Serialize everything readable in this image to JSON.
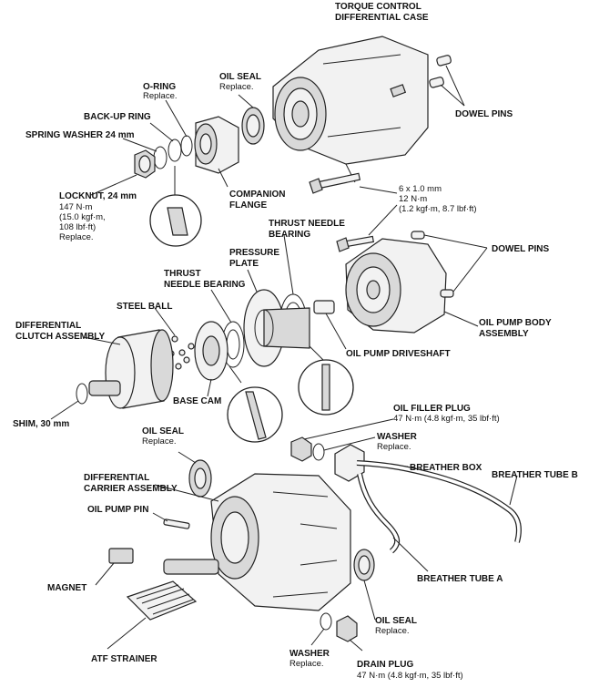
{
  "labels": {
    "torque_case": [
      "TORQUE CONTROL",
      "DIFFERENTIAL CASE"
    ],
    "oring": "O-RING",
    "replace": "Replace.",
    "oil_seal": "OIL SEAL",
    "backup_ring": "BACK-UP RING",
    "spring_washer": "SPRING WASHER 24 mm",
    "dowel_pins": "DOWEL PINS",
    "locknut": [
      "LOCKNUT, 24 mm",
      "147 N·m",
      "(15.0 kgf·m,",
      "108 lbf·ft)"
    ],
    "companion_flange": [
      "COMPANION",
      "FLANGE"
    ],
    "bolt_spec": [
      "6 x 1.0 mm",
      "12 N·m",
      "(1.2 kgf·m, 8.7 lbf·ft)"
    ],
    "thrust_needle_bearing_right": [
      "THRUST NEEDLE",
      "BEARING"
    ],
    "pressure_plate": [
      "PRESSURE",
      "PLATE"
    ],
    "thrust_needle_bearing_left": [
      "THRUST",
      "NEEDLE BEARING"
    ],
    "steel_ball": "STEEL BALL",
    "oil_pump_body": [
      "OIL PUMP BODY",
      "ASSEMBLY"
    ],
    "diff_clutch": [
      "DIFFERENTIAL",
      "CLUTCH ASSEMBLY"
    ],
    "oil_pump_driveshaft": "OIL PUMP DRIVESHAFT",
    "oil_filler_plug": [
      "OIL FILLER PLUG",
      "47 N·m (4.8 kgf·m, 35 lbf·ft)"
    ],
    "base_cam": "BASE CAM",
    "shim": "SHIM, 30 mm",
    "washer": "WASHER",
    "breather_box": "BREATHER BOX",
    "breather_tube_b": "BREATHER TUBE B",
    "diff_carrier": [
      "DIFFERENTIAL",
      "CARRIER ASSEMBLY"
    ],
    "oil_pump_pin": "OIL PUMP PIN",
    "magnet": "MAGNET",
    "breather_tube_a": "BREATHER TUBE A",
    "atf_strainer": "ATF STRAINER",
    "drain_plug": [
      "DRAIN PLUG",
      "47 N·m (4.8 kgf·m, 35 lbf·ft)"
    ]
  }
}
